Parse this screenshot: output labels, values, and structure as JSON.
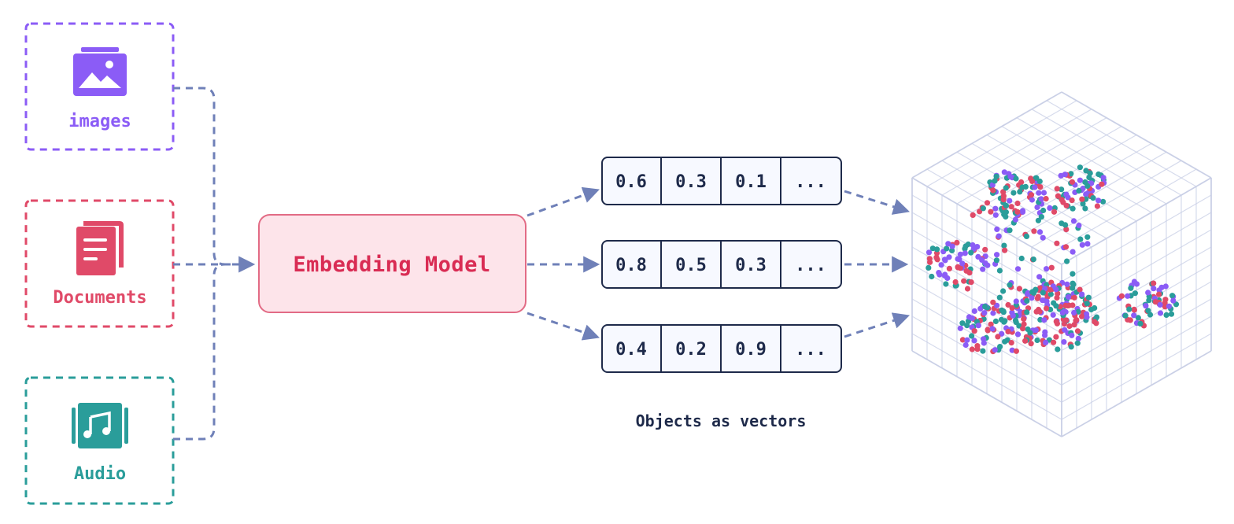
{
  "colors": {
    "images": "#8b5cf6",
    "documents": "#e04a68",
    "audio": "#2a9d9a",
    "arrow": "#6f80b8",
    "model_fill": "#fde4ea",
    "model_border": "#e26b85",
    "model_text": "#d92c54",
    "vector_border": "#1e2a4a",
    "vector_fill": "#f7f9ff",
    "grid": "#c9cfe6"
  },
  "inputs": [
    {
      "key": "images",
      "label": "images",
      "icon": "image-icon"
    },
    {
      "key": "documents",
      "label": "Documents",
      "icon": "document-icon"
    },
    {
      "key": "audio",
      "label": "Audio",
      "icon": "audio-icon"
    }
  ],
  "model": {
    "label": "Embedding Model"
  },
  "vectors": [
    {
      "values": [
        "0.6",
        "0.3",
        "0.1",
        "..."
      ]
    },
    {
      "values": [
        "0.8",
        "0.5",
        "0.3",
        "..."
      ]
    },
    {
      "values": [
        "0.4",
        "0.2",
        "0.9",
        "..."
      ]
    }
  ],
  "caption": "Objects as vectors",
  "space": {
    "icon": "3d-vector-space-icon"
  }
}
